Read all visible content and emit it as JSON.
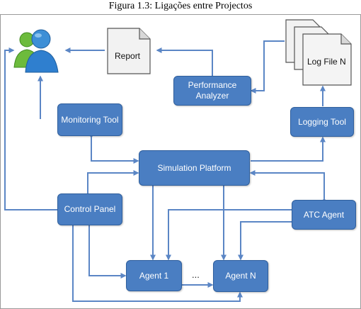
{
  "caption": "Figura 1.3: Ligações entre Projectos",
  "documents": {
    "report": "Report",
    "log_file": "Log File N"
  },
  "nodes": {
    "performance_analyzer": "Performance Analyzer",
    "monitoring_tool": "Monitoring Tool",
    "logging_tool": "Logging Tool",
    "simulation_platform": "Simulation Platform",
    "control_panel": "Control Panel",
    "atc_agent": "ATC Agent",
    "agent_1": "Agent 1",
    "agent_n": "Agent N"
  },
  "ellipsis": "...",
  "icons": [
    "users-icon",
    "document-icon",
    "stacked-documents-icon"
  ],
  "colors": {
    "node_fill": "#4a7ec2",
    "node_border": "#2f5f9d",
    "connector": "#5b86c5"
  }
}
